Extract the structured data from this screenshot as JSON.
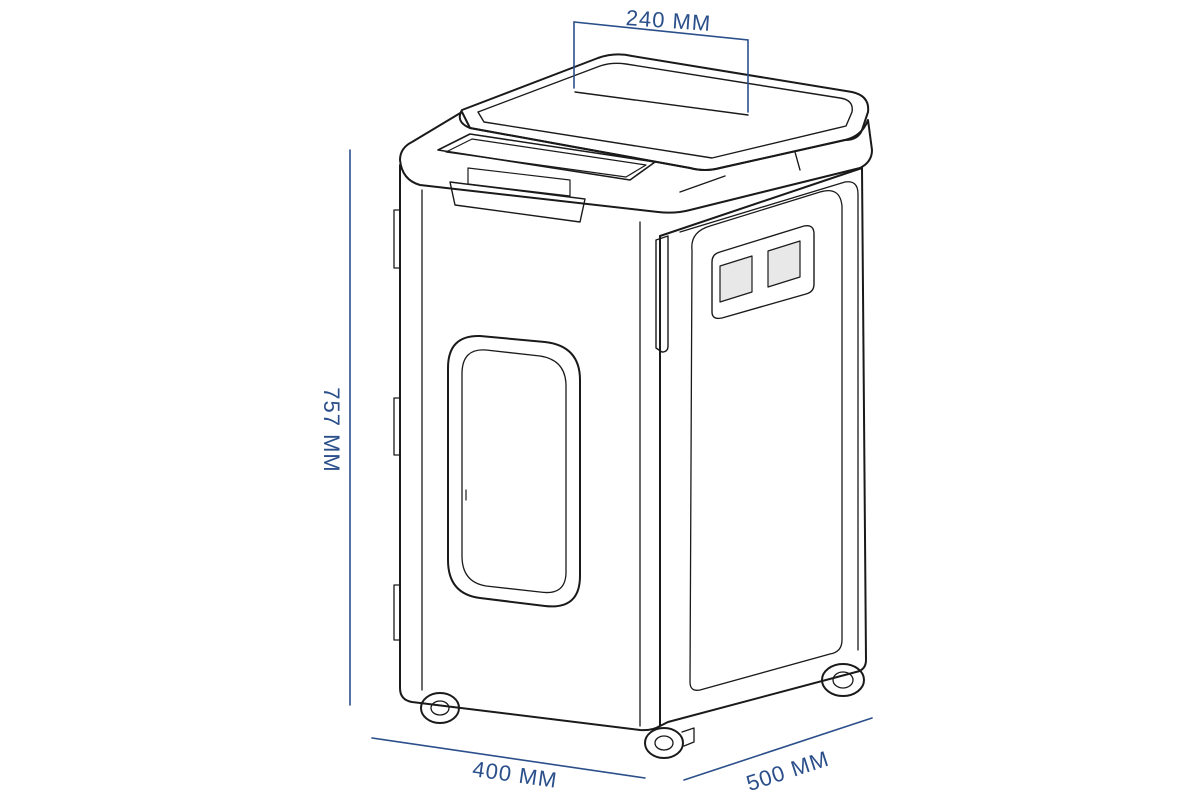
{
  "diagram": {
    "subject": "automatic paper shredder on casters",
    "accent_color": "#2b4f8a",
    "line_color": "#1a1a1a",
    "dimensions": {
      "top_slot_width": "240 MM",
      "height": "757 MM",
      "width": "400 MM",
      "depth": "500 MM"
    }
  }
}
